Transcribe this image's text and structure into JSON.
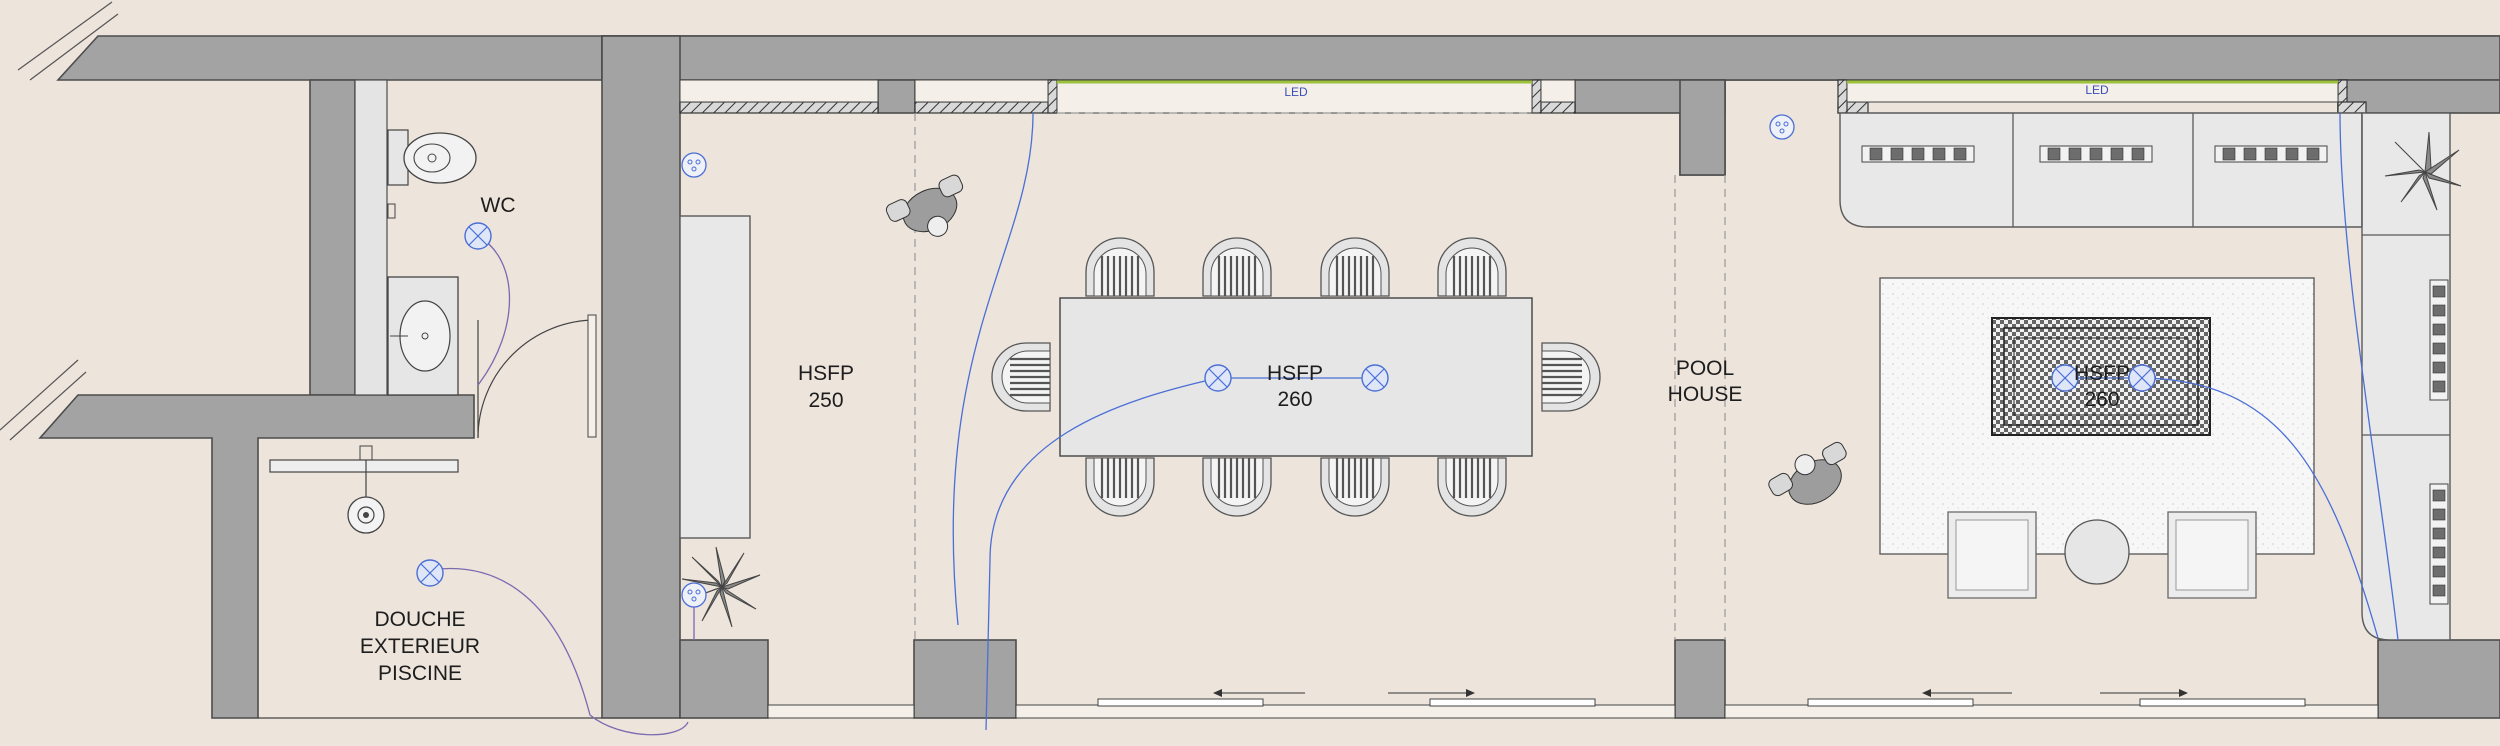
{
  "rooms": {
    "wc": "WC",
    "douche": [
      "DOUCHE",
      "EXTERIEUR",
      "PISCINE"
    ],
    "room_left": [
      "HSFP",
      "250"
    ],
    "room_dining": [
      "HSFP",
      "260"
    ],
    "pool_house": [
      "POOL",
      "HOUSE"
    ],
    "room_lounge": [
      "HSFP",
      "260"
    ]
  },
  "led": {
    "left": "LED",
    "right": "LED"
  },
  "colors": {
    "background": "#ede4dc",
    "wall": "#a3a3a3",
    "wiring": "#4b6fd6",
    "led_strip": "#9cc13a"
  }
}
